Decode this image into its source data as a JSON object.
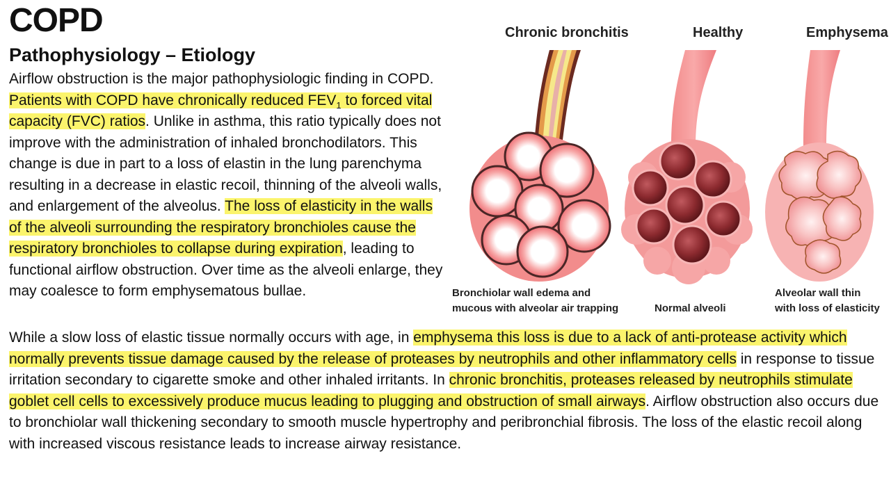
{
  "doc": {
    "title": "COPD",
    "subtitle": "Pathophysiology – Etiology"
  },
  "paragraph1": {
    "s1": "Airflow obstruction is the major pathophysiologic finding in COPD. ",
    "h1a": "Patients with COPD have chronically reduced FEV",
    "h1sub": "1",
    "h1b": " to forced vital capacity (FVC) ratios",
    "s2": ". Unlike in asthma, this ratio typically does not improve with the administration of inhaled bronchodilators. This change is due in part to a loss of elastin in the lung parenchyma resulting in a decrease in elastic recoil, thinning of the alveoli walls, and enlargement of the alveolus. ",
    "h2": "The loss of elasticity in the walls of the alveoli surrounding the respiratory bronchioles cause the respiratory bronchioles to collapse during expiration",
    "s3": ", leading to functional airflow obstruction. Over time as the alveoli enlarge, they may coalesce to form emphysematous bullae."
  },
  "paragraph2": {
    "s1": "While a slow loss of elastic tissue normally occurs with age, in ",
    "h1": "emphysema this loss is due to a lack of anti-protease activity which normally prevents tissue damage caused by the release of proteases by neutrophils and other inflammatory cells",
    "s2": " in response to tissue irritation secondary to cigarette smoke and other inhaled irritants. In ",
    "h2": "chronic bronchitis, proteases released by neutrophils stimulate goblet cell cells to excessively produce mucus leading to plugging and obstruction of small airways",
    "s3": ". Airflow obstruction also occurs due to bronchiolar wall thickening secondary to smooth muscle hypertrophy and peribronchial fibrosis. The loss of the elastic recoil along with increased viscous resistance leads to increase airway resistance."
  },
  "figure": {
    "labels": [
      "Chronic bronchitis",
      "Healthy",
      "Emphysema"
    ],
    "captions": [
      [
        "Bronchiolar wall edema and",
        "mucous with alveolar air trapping"
      ],
      [
        "Normal alveoli"
      ],
      [
        "Alveolar wall thin",
        "with loss of elasticity"
      ]
    ],
    "colors": {
      "highlight": "#fbf46c",
      "tissue": "#f28c8c",
      "tissue_light": "#f9c5c5",
      "dark_alveoli": "#8c2a2f",
      "bronchitis_rim": "#5a2a2a"
    }
  }
}
